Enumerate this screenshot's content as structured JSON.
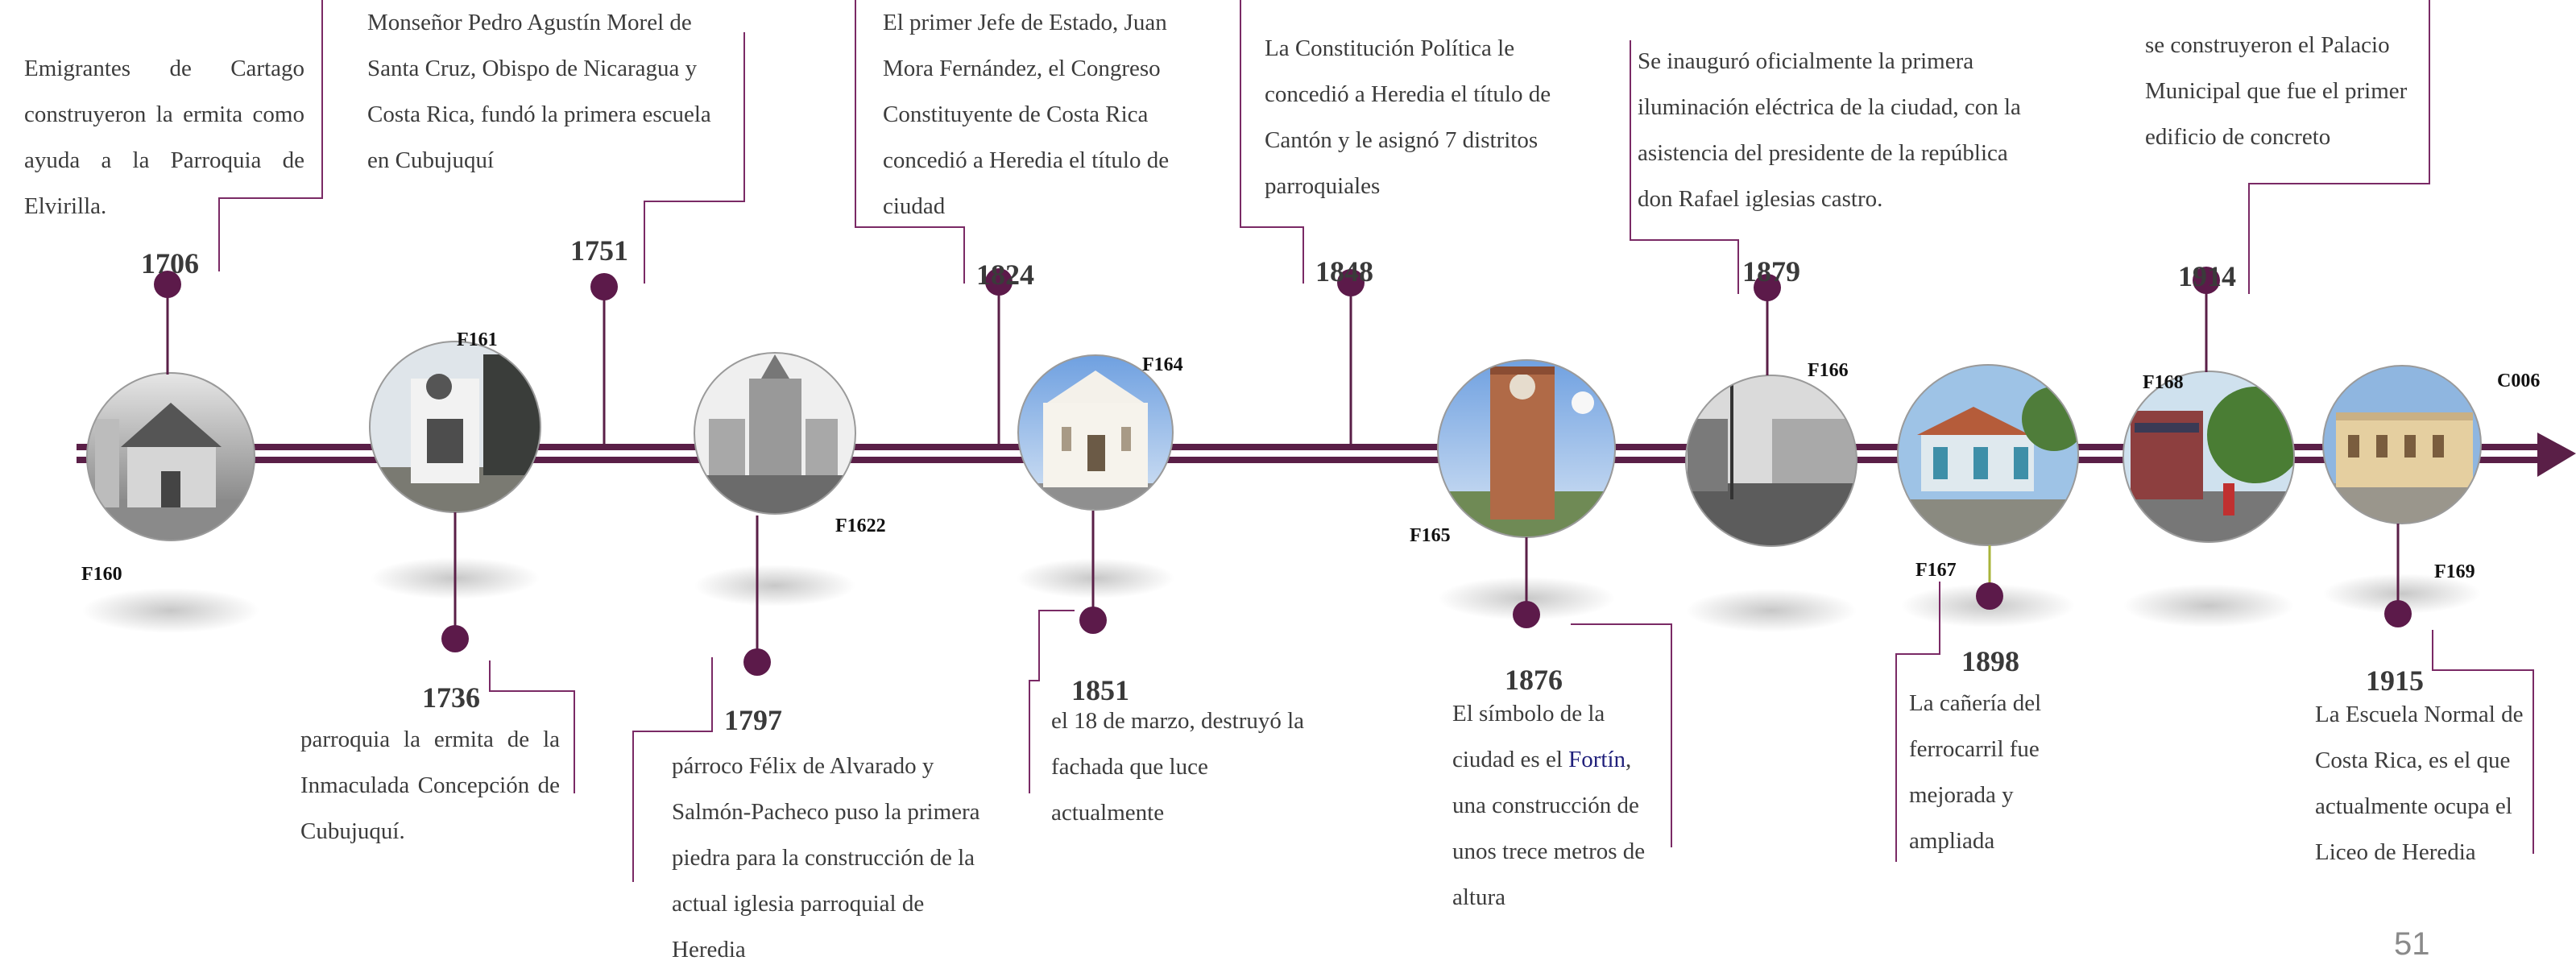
{
  "colors": {
    "timeline": "#5a1f47",
    "marker": "#5c1a4a",
    "connector": "#7a2a65",
    "text": "#3c3c3c",
    "link": "#1f1f7a"
  },
  "icons": {
    "arrow": "arrow-right-icon",
    "marker": "circle-marker-icon"
  },
  "events": [
    {
      "year": "1706",
      "text": "Emigrantes de Cartago construyeron la ermita como ayuda a la Parroquia de Elvirilla."
    },
    {
      "year": "1736",
      "text": "parroquia la ermita de la Inmaculada Concepción de Cubujuquí."
    },
    {
      "year": "1751",
      "text": "Monseñor Pedro Agustín Morel de Santa Cruz, Obispo de Nicaragua y Costa Rica, fundó la primera escuela en Cubujuquí"
    },
    {
      "year": "1797",
      "text": "párroco Félix de Alvarado y Salmón-Pacheco puso la primera piedra para la construcción de la actual iglesia parroquial de Heredia"
    },
    {
      "year": "1824",
      "text": "El primer Jefe de Estado, Juan Mora Fernández, el Congreso Constituyente de Costa Rica concedió a Heredia el título de ciudad"
    },
    {
      "year": "1848",
      "text": "La Constitución Política le concedió a Heredia el título de Cantón y le asignó 7 distritos parroquiales"
    },
    {
      "year": "1851",
      "text": "el 18 de marzo, destruyó la fachada que luce actualmente"
    },
    {
      "year": "1876",
      "text_before": "El símbolo de la ciudad es el ",
      "link": "Fortín",
      "text_after": ", una construcción de unos trece metros de altura"
    },
    {
      "year": "1879",
      "text": "Se inauguró oficialmente la primera iluminación eléctrica de la ciudad, con la asistencia del presidente de la república don Rafael iglesias castro."
    },
    {
      "year": "1898",
      "text": "La cañería del ferrocarril fue mejorada y ampliada"
    },
    {
      "year": "1914",
      "text": "se construyeron el Palacio Municipal que fue el primer edificio de concreto"
    },
    {
      "year": "1915",
      "text": "La Escuela Normal de Costa Rica, es el que actualmente ocupa el Liceo de Heredia"
    }
  ],
  "photo_codes": [
    "F160",
    "F161",
    "F1622",
    "F164",
    "F165",
    "F166",
    "F167",
    "F168",
    "F169",
    "C006"
  ],
  "page_number": "51"
}
